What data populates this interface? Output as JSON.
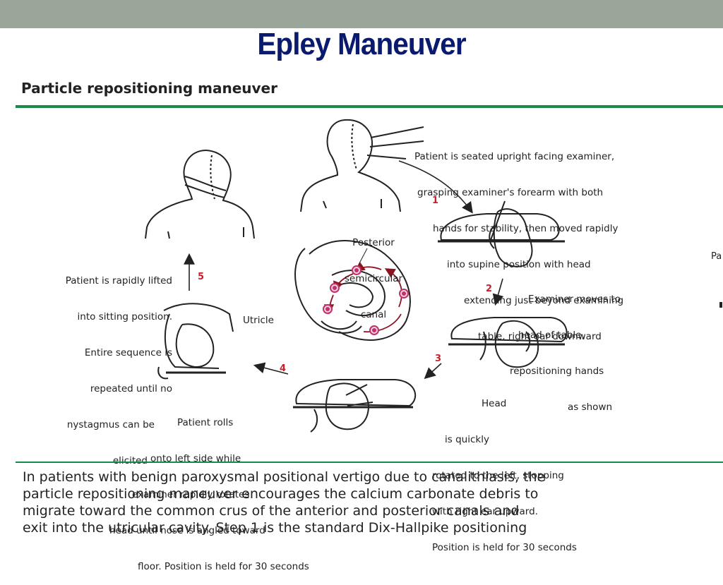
{
  "slide": {
    "title": "Epley Maneuver",
    "subtitle": "Particle repositioning maneuver"
  },
  "diagram": {
    "steps": [
      {
        "number": "1",
        "lines": [
          "Patient is seated upright facing examiner,",
          "grasping examiner's forearm with both",
          "hands for stability, then moved rapidly",
          "into supine position with head",
          "extending just beyond examining",
          "table, right ear downward"
        ]
      },
      {
        "number": "2",
        "lines": [
          "Examiner moves to",
          "head of table,",
          "repositioning hands",
          "as shown"
        ]
      },
      {
        "number": "3",
        "lines": [
          "Head",
          "is quickly",
          "rotated to the left, stopping",
          "with right ear upward.",
          "Position is held for 30 seconds"
        ]
      },
      {
        "number": "4",
        "lines": [
          "Patient rolls",
          "onto left side while",
          "examiner rapidly rotates",
          "head until nose is angled toward",
          "floor. Position is held for 30 seconds"
        ]
      },
      {
        "number": "5",
        "lines": [
          "Patient is rapidly lifted",
          "into sitting position.",
          "Entire sequence is",
          "repeated until no",
          "nystagmus can be",
          "elicited"
        ]
      }
    ],
    "labels": {
      "posterior_canal": [
        "Posterior",
        "semicircular",
        "canal"
      ],
      "utricle": "Utricle"
    },
    "edge_fragment": "Pa",
    "colors": {
      "arrow": "#8a1420",
      "particle": "#c0306a",
      "line": "#222222"
    }
  },
  "caption_lines": [
    "In patients with benign paroxysmal positional vertigo due to canalithiasis, the",
    "particle repositioning maneuver encourages the calcium carbonate debris to",
    "migrate toward the common crus of the anterior and posterior canals and",
    "exit into the utricular cavity. Step 1 is the standard Dix-Hallpike positioning"
  ]
}
